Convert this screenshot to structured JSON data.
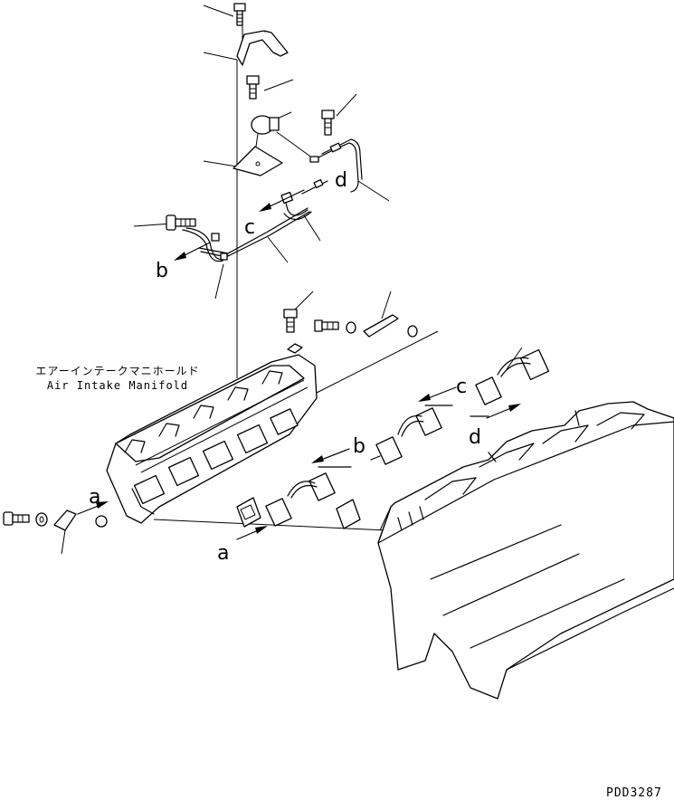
{
  "caption": {
    "jp": "エアーインテークマニホールド",
    "en": "Air Intake Manifold"
  },
  "callouts": {
    "a_left": "a",
    "a_bottom": "a",
    "b_left": "b",
    "b_mid": "b",
    "c_top": "c",
    "c_right": "c",
    "d_top": "d",
    "d_right": "d"
  },
  "drawing_code": "PDD3287",
  "icons": [
    "bolt-icon",
    "washer-icon",
    "bracket-icon",
    "sensor-icon",
    "gasket-icon",
    "connector-icon"
  ]
}
